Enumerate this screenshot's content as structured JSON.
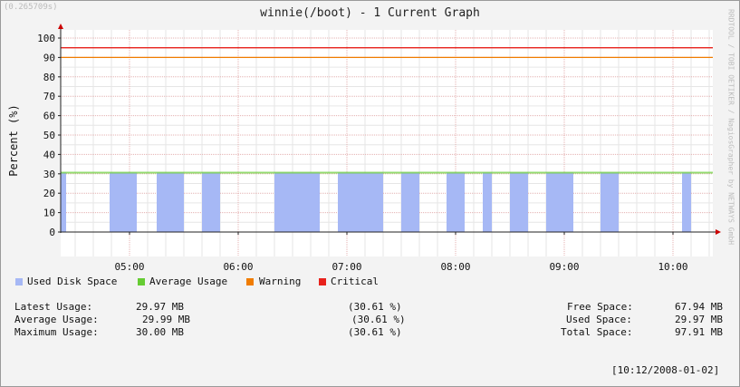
{
  "timing": "(0.265709s)",
  "watermark": "RRDTOOL / TOBI OETIKER / NagiosGrapher by NETWAYS GmbH",
  "legend": [
    {
      "label": "Used Disk Space",
      "color": "#a6b8f5"
    },
    {
      "label": "Average Usage",
      "color": "#66cc33"
    },
    {
      "label": "Warning",
      "color": "#f07c00"
    },
    {
      "label": "Critical",
      "color": "#e8221c"
    }
  ],
  "stats": {
    "latest": {
      "label": "Latest Usage:",
      "value": "29.97 MB",
      "pct": "(30.61 %)"
    },
    "average": {
      "label": "Average Usage:",
      "value": "29.99 MB",
      "pct": "(30.61 %)"
    },
    "maximum": {
      "label": "Maximum Usage:",
      "value": "30.00 MB",
      "pct": "(30.61 %)"
    },
    "free": {
      "label": "Free Space:",
      "value": "67.94 MB"
    },
    "used": {
      "label": "Used Space:",
      "value": "29.97 MB"
    },
    "total": {
      "label": "Total Space:",
      "value": "97.91 MB"
    }
  },
  "timestamp": "[10:12/2008-01-02]",
  "chart_data": {
    "type": "bar",
    "title": "winnie(/boot) - 1 Current Graph",
    "ylabel": "Percent (%)",
    "xlabel": "",
    "ylim": [
      0,
      100
    ],
    "yticks": [
      0,
      10,
      20,
      30,
      40,
      50,
      60,
      70,
      80,
      90,
      100
    ],
    "xlim": [
      "04:22",
      "10:22"
    ],
    "xticks": [
      "05:00",
      "06:00",
      "07:00",
      "08:00",
      "09:00",
      "10:00"
    ],
    "grid": true,
    "legend_position": "bottom-left",
    "series": [
      {
        "name": "Used Disk Space",
        "type": "area",
        "color": "#a6b8f5",
        "segments": [
          {
            "start": "04:22",
            "end": "04:25",
            "value": 30.61
          },
          {
            "start": "04:49",
            "end": "05:04",
            "value": 30.61
          },
          {
            "start": "05:15",
            "end": "05:30",
            "value": 30.61
          },
          {
            "start": "05:40",
            "end": "05:50",
            "value": 30.61
          },
          {
            "start": "06:20",
            "end": "06:45",
            "value": 30.61
          },
          {
            "start": "06:55",
            "end": "07:20",
            "value": 30.61
          },
          {
            "start": "07:30",
            "end": "07:40",
            "value": 30.61
          },
          {
            "start": "07:55",
            "end": "08:05",
            "value": 30.61
          },
          {
            "start": "08:15",
            "end": "08:20",
            "value": 30.61
          },
          {
            "start": "08:30",
            "end": "08:40",
            "value": 30.61
          },
          {
            "start": "08:50",
            "end": "09:05",
            "value": 30.61
          },
          {
            "start": "09:20",
            "end": "09:30",
            "value": 30.61
          },
          {
            "start": "10:05",
            "end": "10:10",
            "value": 30.61
          }
        ]
      },
      {
        "name": "Average Usage",
        "type": "hline",
        "color": "#66cc33",
        "value": 30.61
      },
      {
        "name": "Warning",
        "type": "hline",
        "color": "#f07c00",
        "value": 90
      },
      {
        "name": "Critical",
        "type": "hline",
        "color": "#e8221c",
        "value": 95
      }
    ]
  }
}
